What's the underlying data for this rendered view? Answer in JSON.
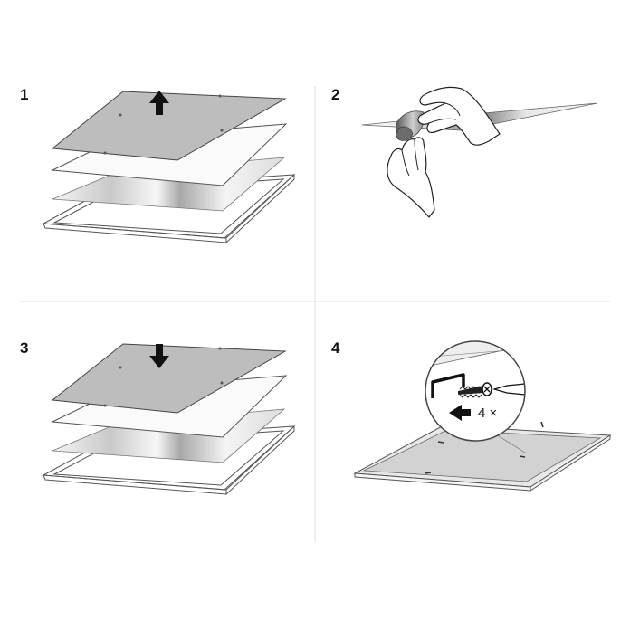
{
  "steps": [
    {
      "number": "1",
      "arrow": "up-arrow-icon"
    },
    {
      "number": "2",
      "action": "peel-film"
    },
    {
      "number": "3",
      "arrow": "down-arrow-icon"
    },
    {
      "number": "4",
      "callout": {
        "label": "4 ×",
        "arrow": "left-arrow-icon"
      }
    }
  ],
  "colors": {
    "line": "#555555",
    "divider": "#d9d9d9",
    "back_panel": "#bdbdbd",
    "glass_light": "#f2f2f2",
    "glass_dark": "#8c8c8c"
  }
}
